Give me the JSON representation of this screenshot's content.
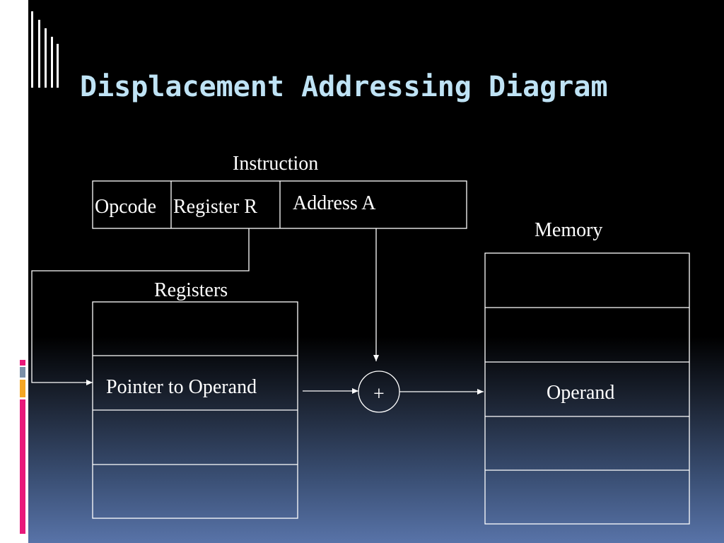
{
  "slide": {
    "title": "Displacement Addressing Diagram"
  },
  "instruction": {
    "heading": "Instruction",
    "fields": [
      "Opcode",
      "Register R",
      "Address A"
    ]
  },
  "registers": {
    "heading": "Registers",
    "cells": [
      "",
      "Pointer to Operand",
      "",
      ""
    ]
  },
  "adder": {
    "symbol": "+"
  },
  "memory": {
    "heading": "Memory",
    "cells": [
      "",
      "",
      "Operand",
      "",
      ""
    ]
  },
  "colors": {
    "title": "#bfe3f5",
    "line": "#ffffff",
    "accent_pink": "#e8197a",
    "accent_orange": "#f5a623",
    "accent_gray": "#7a8fa8"
  }
}
